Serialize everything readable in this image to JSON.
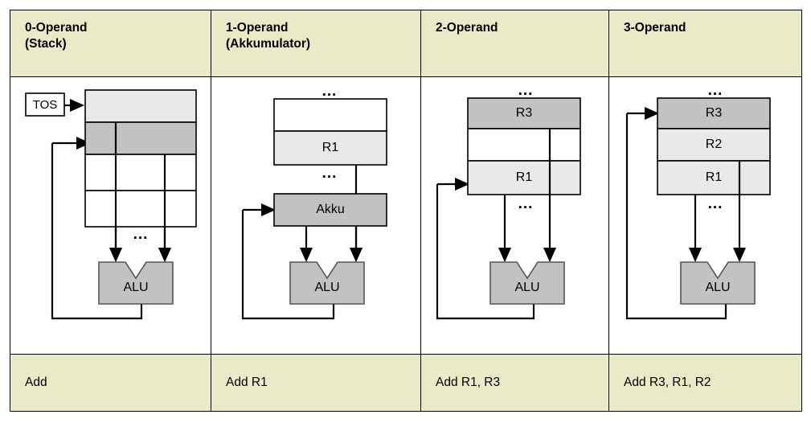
{
  "diagram": {
    "title_semantic": "operand-count-instruction-formats",
    "columns": [
      {
        "header_line1": "0-Operand",
        "header_line2": "(Stack)",
        "instruction": "Add",
        "pointer_label": "TOS",
        "alu_label": "ALU",
        "ellipsis": "...",
        "cells": [
          {
            "label": "",
            "shade": "light"
          },
          {
            "label": "",
            "shade": "dark"
          },
          {
            "label": "",
            "shade": "white"
          },
          {
            "label": "",
            "shade": "white"
          }
        ]
      },
      {
        "header_line1": "1-Operand",
        "header_line2": "(Akkumulator)",
        "instruction": "Add   R1",
        "pointer_label": "",
        "alu_label": "ALU",
        "accumulator_label": "Akku",
        "ellipsis": "...",
        "cells": [
          {
            "label": "",
            "shade": "white"
          },
          {
            "label": "R1",
            "shade": "light"
          }
        ]
      },
      {
        "header_line1": "2-Operand",
        "header_line2": "",
        "instruction": "Add   R1, R3",
        "pointer_label": "",
        "alu_label": "ALU",
        "ellipsis": "...",
        "cells": [
          {
            "label": "R3",
            "shade": "dark"
          },
          {
            "label": "",
            "shade": "white"
          },
          {
            "label": "R1",
            "shade": "light"
          }
        ]
      },
      {
        "header_line1": "3-Operand",
        "header_line2": "",
        "instruction": "Add   R3, R1, R2",
        "pointer_label": "",
        "alu_label": "ALU",
        "ellipsis": "...",
        "cells": [
          {
            "label": "R3",
            "shade": "dark"
          },
          {
            "label": "R2",
            "shade": "light"
          },
          {
            "label": "R1",
            "shade": "light"
          }
        ]
      }
    ],
    "colors": {
      "header_bg": "#e9ebc7",
      "shade_light": "#e9e9e9",
      "shade_dark": "#c2c2c2",
      "shade_white": "#ffffff",
      "line": "#000000",
      "alu_fill": "#c2c2c2"
    }
  }
}
